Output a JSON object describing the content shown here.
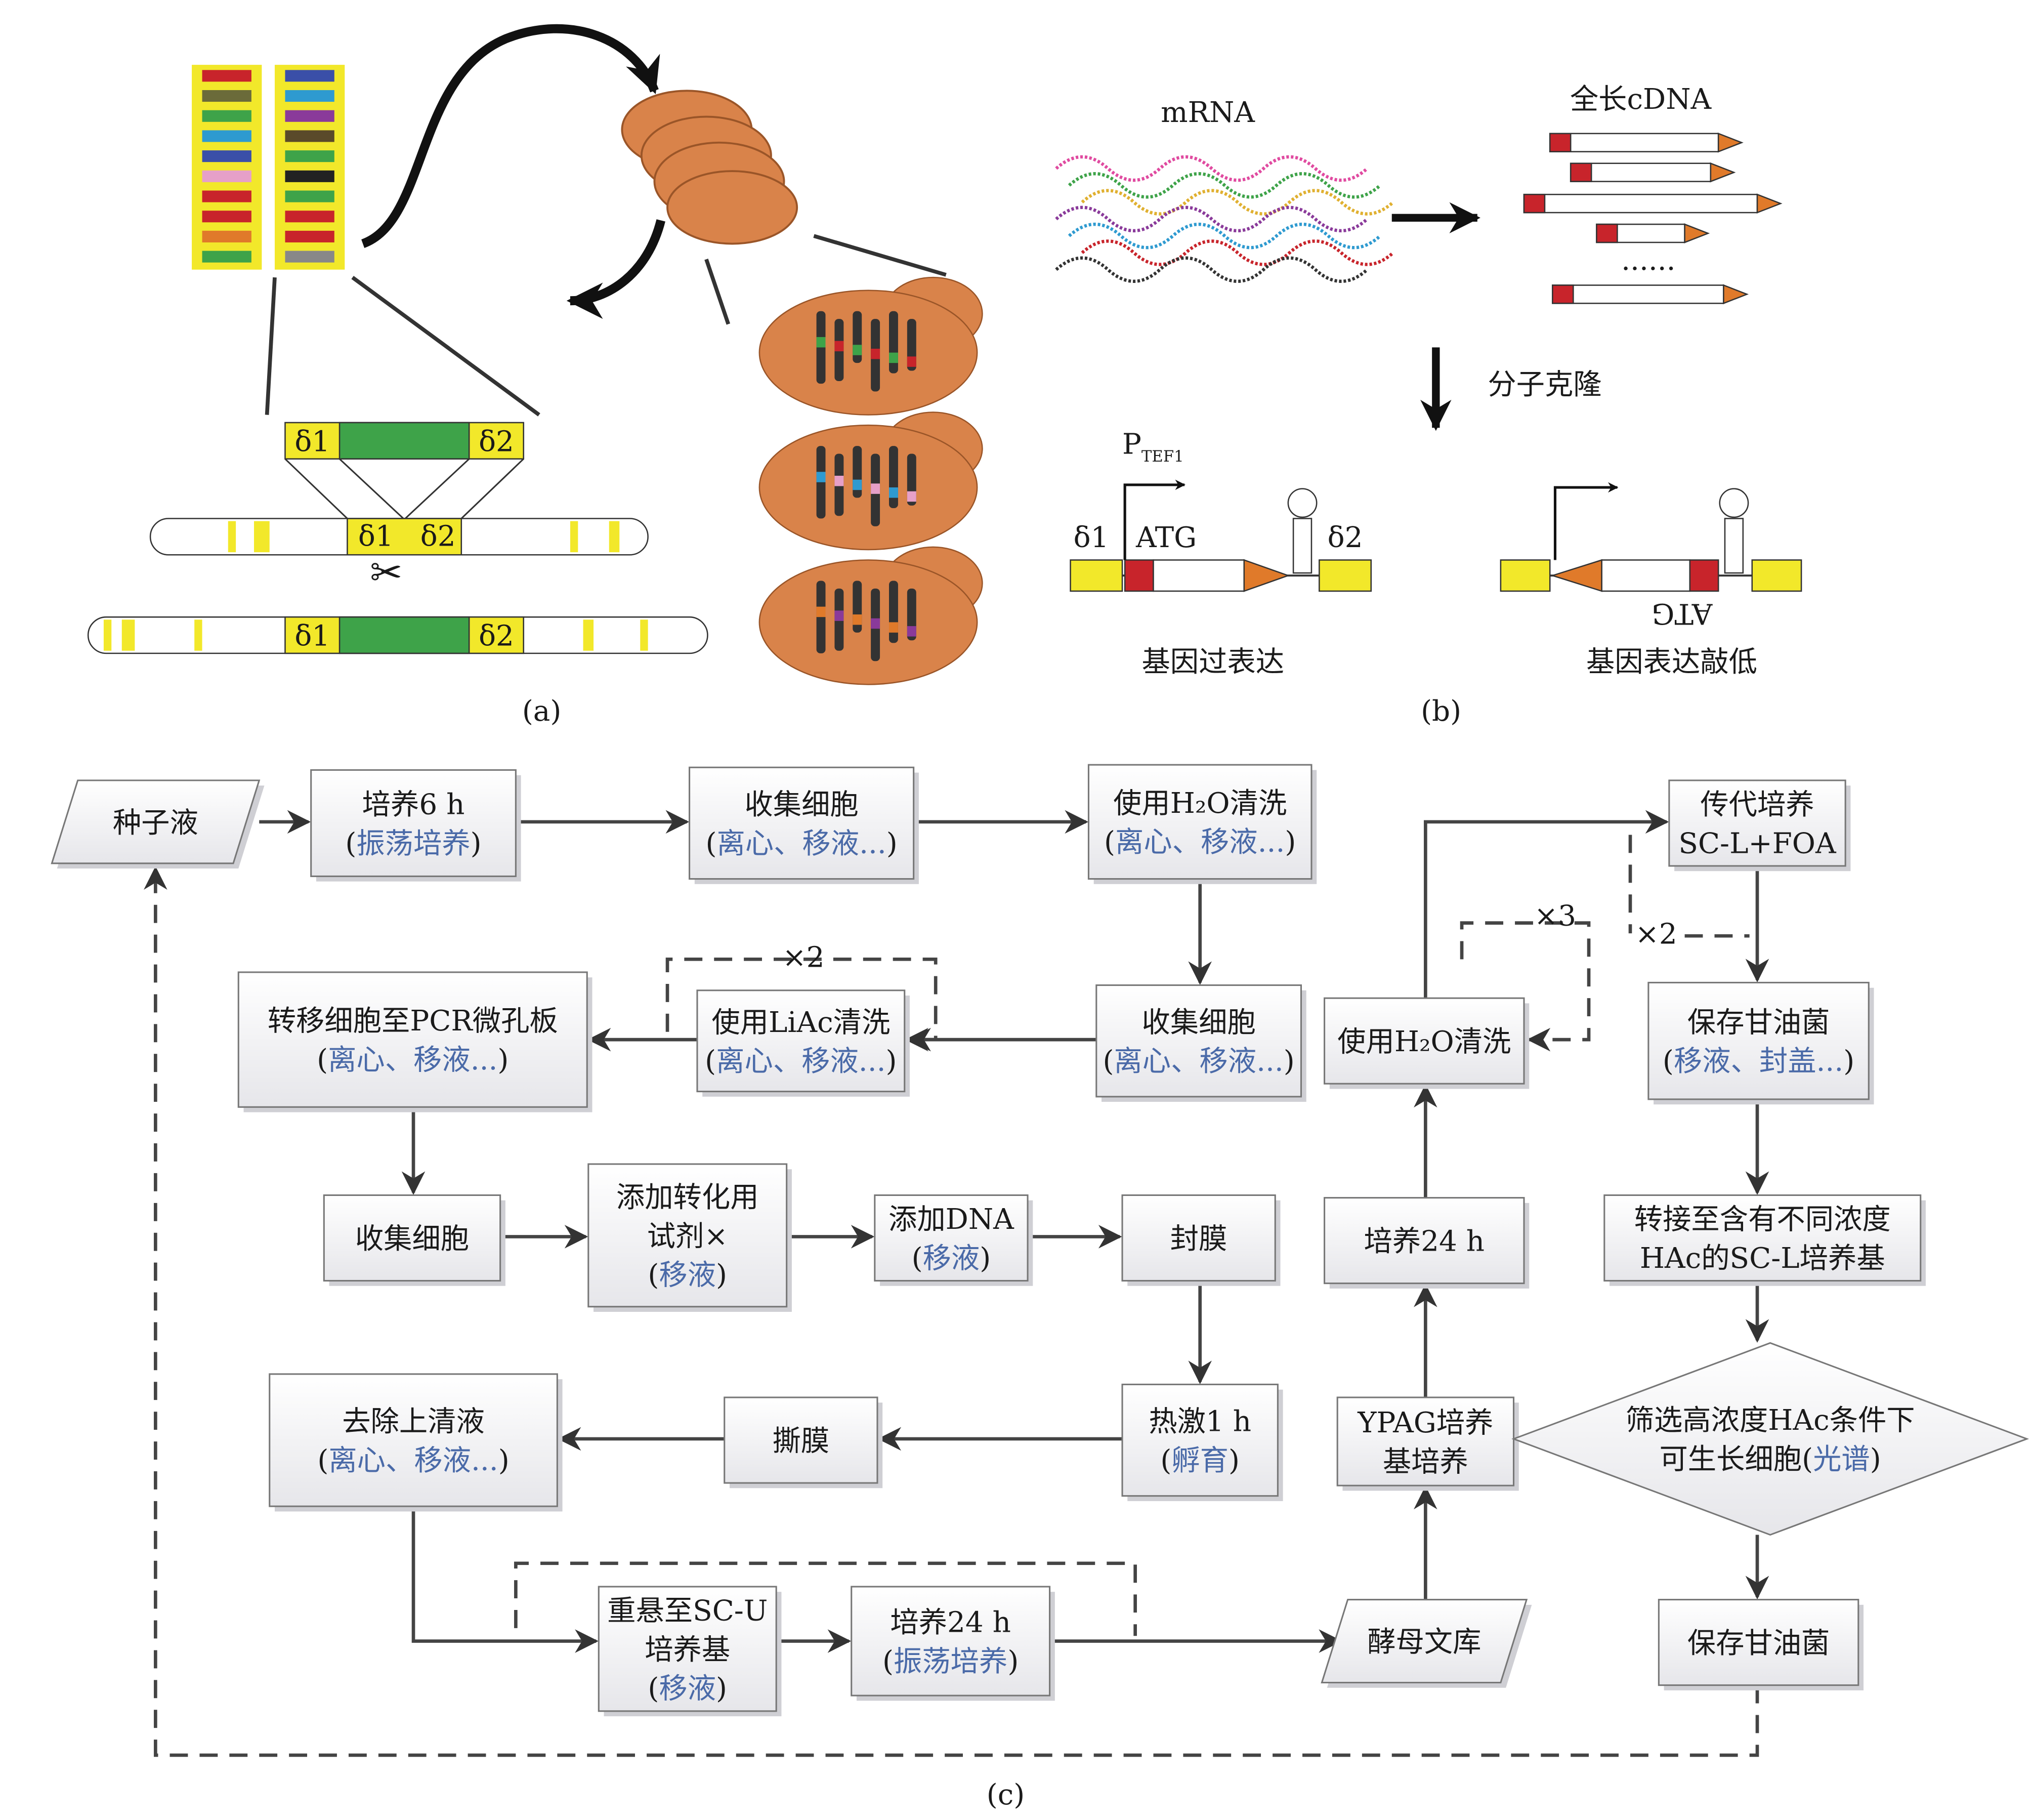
{
  "panel_labels": {
    "a": "(a)",
    "b": "(b)",
    "c": "(c)"
  },
  "panel_a": {
    "delta1": "δ1",
    "delta2": "δ2"
  },
  "panel_b": {
    "mrna": "mRNA",
    "cdna": "全长cDNA",
    "dots": "......",
    "cloning": "分子克隆",
    "promoter": "P",
    "promoter_sub": "TEF1",
    "delta1": "δ1",
    "delta2": "δ2",
    "atg": "ATG",
    "atg_flipped": "ATG",
    "overexpression": "基因过表达",
    "knockdown": "基因表达敲低"
  },
  "colors": {
    "sub_text": "#4a6aa8",
    "yellow": "#f2e82a",
    "green": "#3ea349",
    "red": "#c8242b",
    "orange": "#e07a2a",
    "yeast": "#d9834a"
  },
  "flow": {
    "seed": {
      "lines": [
        {
          "main": "种子液"
        }
      ]
    },
    "b1": {
      "lines": [
        {
          "main": "培养6 h"
        },
        {
          "sub": "振荡培养"
        }
      ]
    },
    "b2": {
      "lines": [
        {
          "main": "收集细胞"
        },
        {
          "sub": "离心、移液..."
        }
      ]
    },
    "b3": {
      "lines": [
        {
          "main": "使用H₂O清洗"
        },
        {
          "sub": "离心、移液..."
        }
      ]
    },
    "b4": {
      "lines": [
        {
          "main": "收集细胞"
        },
        {
          "sub": "离心、移液..."
        }
      ]
    },
    "b5": {
      "lines": [
        {
          "main": "使用LiAc清洗"
        },
        {
          "sub": "离心、移液..."
        }
      ]
    },
    "b6": {
      "lines": [
        {
          "main": "转移细胞至PCR微孔板"
        },
        {
          "sub": "离心、移液..."
        }
      ]
    },
    "b7": {
      "lines": [
        {
          "main": "收集细胞"
        }
      ]
    },
    "b8": {
      "lines": [
        {
          "main": "添加转化用"
        },
        {
          "main": "试剂×"
        },
        {
          "sub": "移液"
        }
      ]
    },
    "b9": {
      "lines": [
        {
          "main": "添加DNA"
        },
        {
          "sub": "移液"
        }
      ]
    },
    "b10": {
      "lines": [
        {
          "main": "封膜"
        }
      ]
    },
    "b11": {
      "lines": [
        {
          "main": "热激1 h"
        },
        {
          "sub": "孵育"
        }
      ]
    },
    "b12": {
      "lines": [
        {
          "main": "撕膜"
        }
      ]
    },
    "b13": {
      "lines": [
        {
          "main": "去除上清液"
        },
        {
          "sub": "离心、移液..."
        }
      ]
    },
    "b14": {
      "lines": [
        {
          "main": "重悬至SC-U"
        },
        {
          "main": "培养基"
        },
        {
          "sub": "移液"
        }
      ]
    },
    "b15": {
      "lines": [
        {
          "main": "培养24 h"
        },
        {
          "sub": "振荡培养"
        }
      ]
    },
    "b16": {
      "lines": [
        {
          "main": "酵母文库"
        }
      ]
    },
    "b17": {
      "lines": [
        {
          "main": "YPAG培养"
        },
        {
          "main": "基培养"
        }
      ]
    },
    "b18": {
      "lines": [
        {
          "main": "培养24 h"
        }
      ]
    },
    "b19": {
      "lines": [
        {
          "main": "使用H₂O清洗"
        }
      ]
    },
    "b20": {
      "lines": [
        {
          "main": "传代培养"
        },
        {
          "main": "SC-L+FOA"
        }
      ]
    },
    "b21": {
      "lines": [
        {
          "main": "保存甘油菌"
        },
        {
          "sub": "移液、封盖..."
        }
      ]
    },
    "b22": {
      "lines": [
        {
          "main": "转接至含有不同浓度"
        },
        {
          "main": "HAc的SC-L培养基"
        }
      ]
    },
    "diamond": {
      "lines": [
        {
          "main": "筛选高浓度HAc条件下"
        },
        {
          "main": "可生长细胞",
          "sub_inline": "光谱"
        }
      ]
    },
    "b23": {
      "lines": [
        {
          "main": "保存甘油菌"
        }
      ]
    },
    "loop_labels": {
      "liac": "×2",
      "h2o": "×3",
      "subculture": "×2"
    }
  }
}
